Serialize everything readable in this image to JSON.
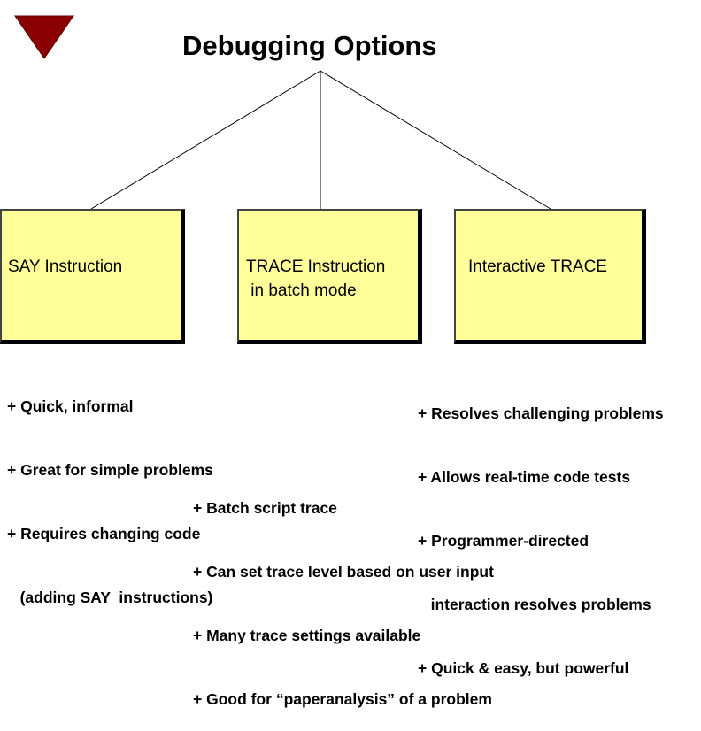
{
  "title": "Debugging Options",
  "logo_icon": "down-triangle-icon",
  "colors": {
    "box_fill": "#ffff99",
    "logo": "#8b0000"
  },
  "boxes": [
    {
      "label": "SAY Instruction"
    },
    {
      "label": "TRACE Instruction\n in batch mode"
    },
    {
      "label": "Interactive TRACE"
    }
  ],
  "bullets": {
    "say": [
      "+ Quick, informal",
      "+ Great for simple problems",
      "+ Requires changing code",
      "   (adding SAY  instructions)"
    ],
    "batch_trace": [
      "+ Batch script trace",
      "+ Can set trace level based on user input",
      "+ Many trace settings available",
      "+ Good for “paperanalysis” of a problem"
    ],
    "interactive_trace": [
      "+ Resolves challenging problems",
      "+ Allows real-time code tests",
      "+ Programmer-directed",
      "   interaction resolves problems",
      "+ Quick & easy, but powerful"
    ]
  }
}
